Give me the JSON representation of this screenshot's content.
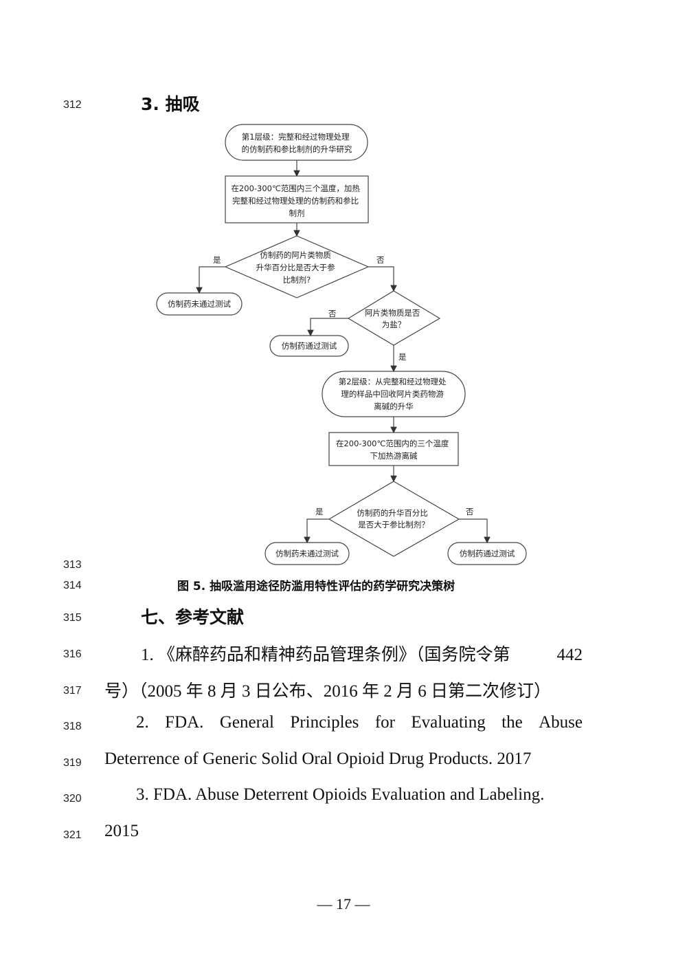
{
  "line_numbers": [
    "312",
    "313",
    "314",
    "315",
    "316",
    "317",
    "318",
    "319",
    "320",
    "321"
  ],
  "section_heading": "3. 抽吸",
  "flowchart": {
    "level1": [
      "第1层级：完整和经过物理处理",
      "的仿制药和参比制剂的升华研究"
    ],
    "heat1": [
      "在200-300℃范围内三个温度，加热",
      "完整和经过物理处理的仿制药和参比",
      "制剂"
    ],
    "decision1": [
      "仿制药的阿片类物质",
      "升华百分比是否大于参",
      "比制剂?"
    ],
    "yes1": "是",
    "no1": "否",
    "fail1": "仿制药未通过测试",
    "decision2": [
      "阿片类物质是否",
      "为盐？"
    ],
    "no2": "否",
    "pass1": "仿制药通过测试",
    "yes2": "是",
    "level2": [
      "第2层级：从完整和经过物理处",
      "理的样品中回收阿片类药物游",
      "离碱的升华"
    ],
    "heat2": [
      "在200-300℃范围内的三个温度",
      "下加热游离碱"
    ],
    "decision3": [
      "仿制药的升华百分比",
      "是否大于参比制剂？"
    ],
    "yes3": "是",
    "no3": "否",
    "fail2": "仿制药未通过测试",
    "pass2": "仿制药通过测试"
  },
  "figure_caption": "图 5.   抽吸滥用途径防滥用特性评估的药学研究决策树",
  "references_heading": "七、参考文献",
  "references": {
    "r1_line1": [
      "1. 《麻醉药品和精神药品管理条例》（国务院令第",
      "442"
    ],
    "r1_line2": "号）（2005 年 8 月 3 日公布、2016 年 2 月 6 日第二次修订）",
    "r2_line1": [
      "2.",
      "FDA.",
      "General",
      "Principles",
      "for",
      "Evaluating",
      "the",
      "Abuse"
    ],
    "r2_line2": "Deterrence of Generic Solid Oral Opioid Drug Products. 2017",
    "r3_line1": "3. FDA. Abuse Deterrent Opioids Evaluation and Labeling.",
    "r3_line2": "2015"
  },
  "page_number": "— 17 —"
}
